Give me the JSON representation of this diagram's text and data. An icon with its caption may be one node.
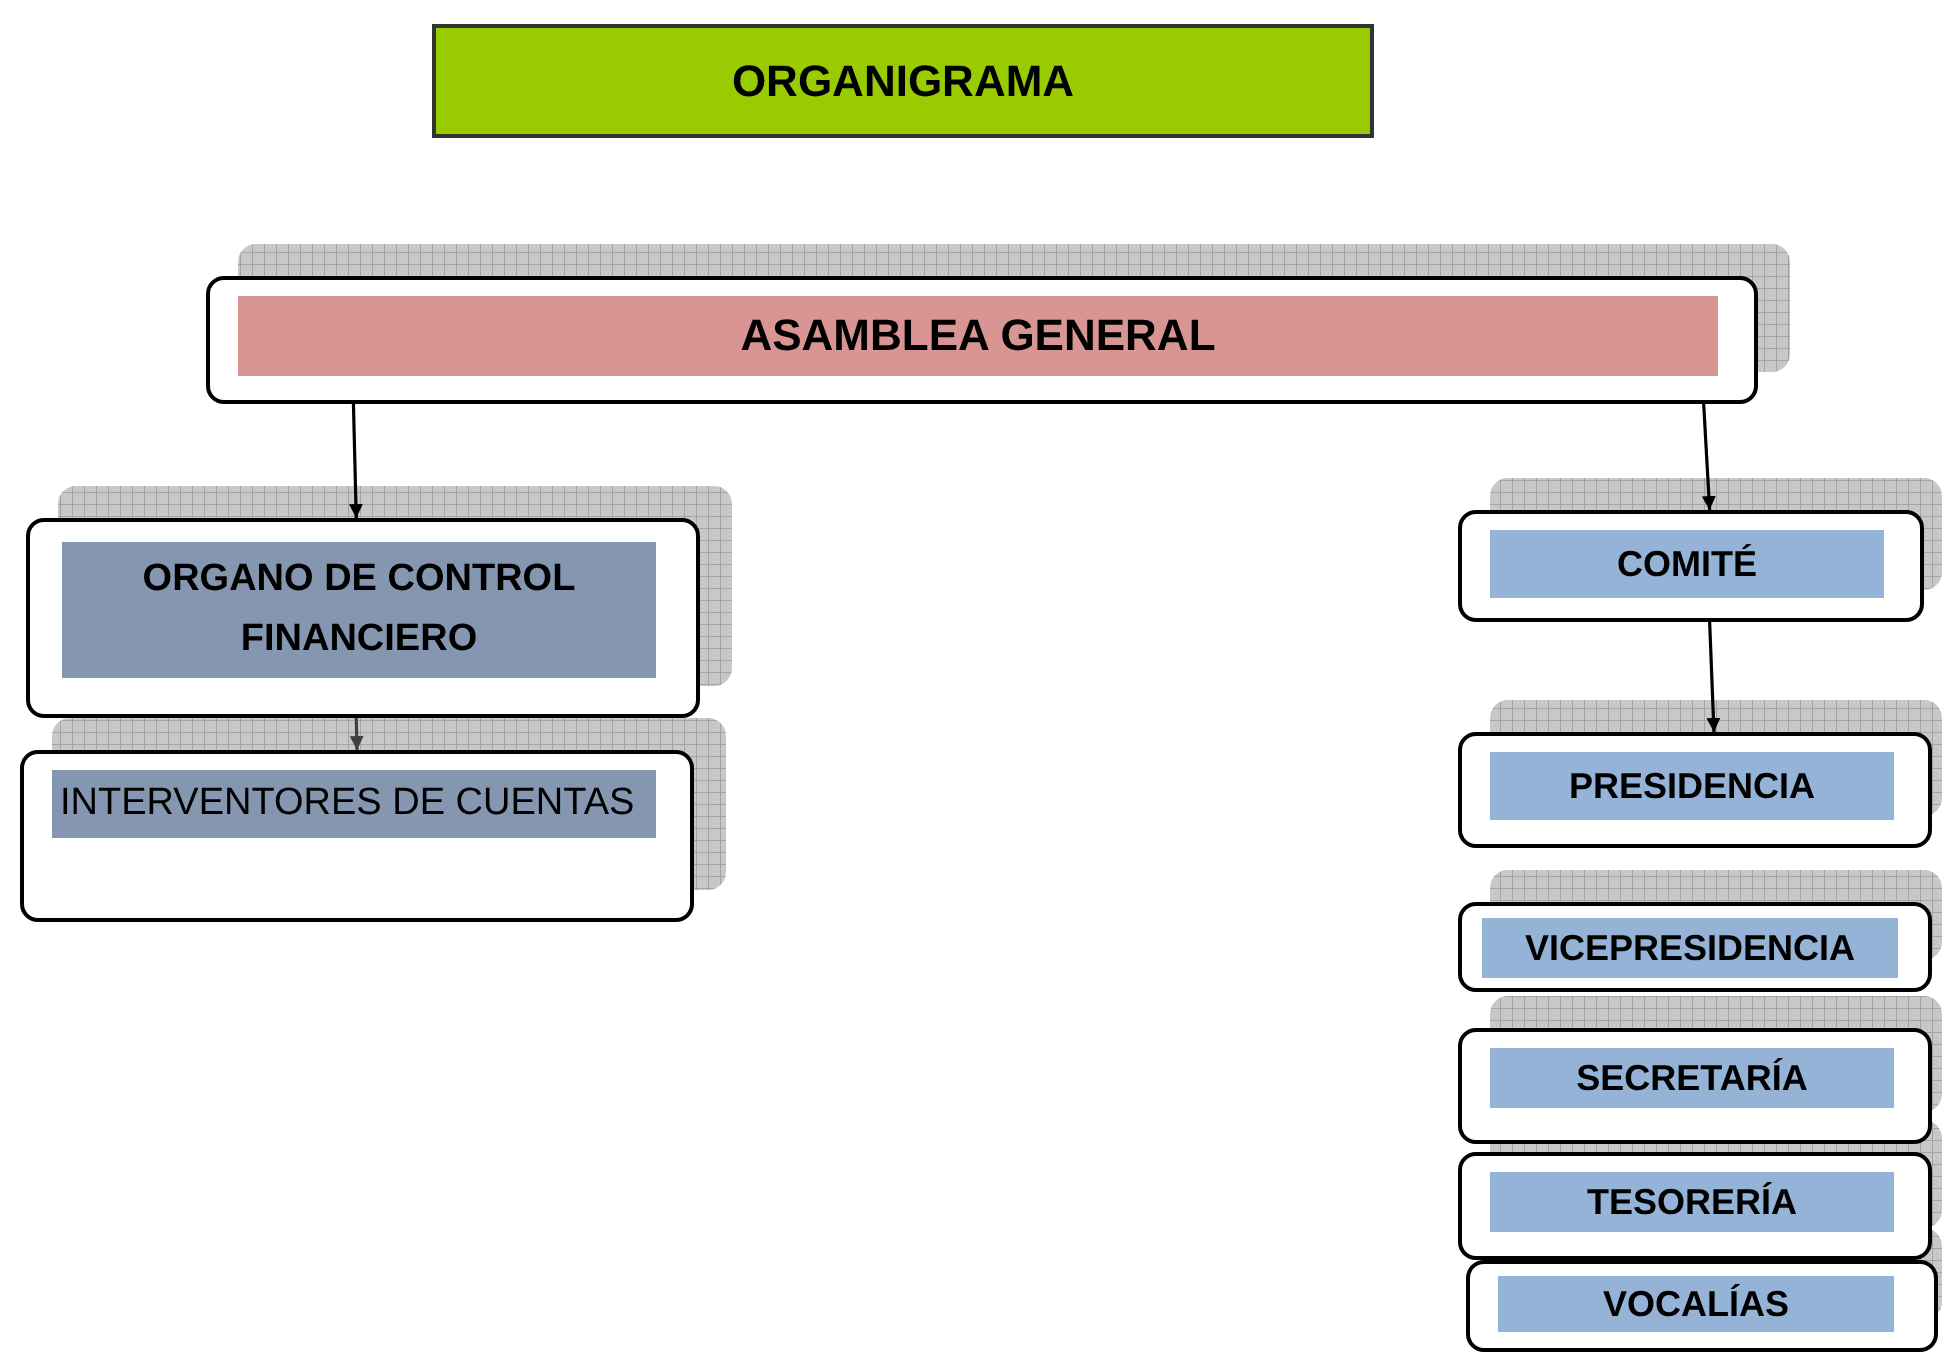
{
  "diagram": {
    "title": "ORGANIGRAMA",
    "nodes": [
      {
        "text": [
          "ASAMBLEA  GENERAL"
        ]
      },
      {
        "text": [
          "ORGANO DE CONTROL FINANCIERO"
        ]
      },
      {
        "text": [
          "INTERVENTORES DE CUENTAS"
        ]
      },
      {
        "text": [
          "COMITÉ"
        ]
      },
      {
        "text": [
          "PRESIDENCIA"
        ]
      },
      {
        "text": [
          "VICEPRESIDENCIA"
        ]
      },
      {
        "text": [
          "SECRETARÍA"
        ]
      },
      {
        "text": [
          "TESORERÍA"
        ]
      },
      {
        "text": [
          "VOCALÍAS"
        ]
      }
    ],
    "edges": [
      {
        "from": 0,
        "to": 1,
        "arrow": "to"
      },
      {
        "from": 0,
        "to": 3,
        "arrow": "to"
      },
      {
        "from": 1,
        "to": 2,
        "arrow": "to",
        "color": "#404040"
      },
      {
        "from": 3,
        "to": 4,
        "arrow": "to"
      }
    ]
  }
}
